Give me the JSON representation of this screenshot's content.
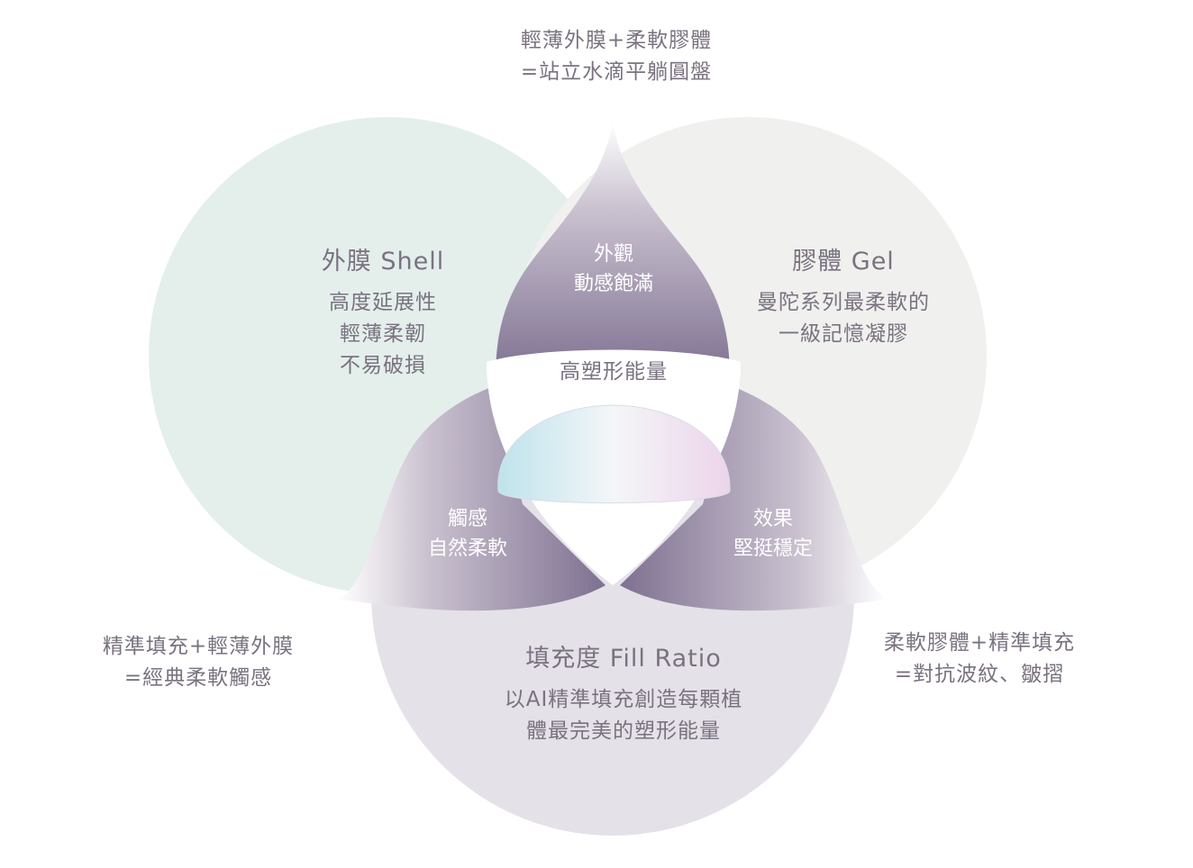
{
  "top_note": [
    "輕薄外膜+柔軟膠體",
    "=站立水滴平躺圓盤"
  ],
  "left_note": [
    "精準填充+輕薄外膜",
    "=經典柔軟觸感"
  ],
  "right_note": [
    "柔軟膠體+精準填充",
    "=對抗波紋、皺摺"
  ],
  "shell": {
    "title": "外膜 Shell",
    "lines": [
      "高度延展性",
      "輕薄柔韌",
      "不易破損"
    ]
  },
  "gel": {
    "title": "膠體 Gel",
    "lines": [
      "曼陀系列最柔軟的",
      "一級記憶凝膠"
    ]
  },
  "fill": {
    "title": "填充度 Fill Ratio",
    "lines": [
      "以AI精準填充創造每顆植",
      "體最完美的塑形能量"
    ]
  },
  "petal_top": [
    "外觀",
    "動感飽滿"
  ],
  "petal_left": [
    "觸感",
    "自然柔軟"
  ],
  "petal_right": [
    "效果",
    "堅挺穩定"
  ],
  "center": "高塑形能量",
  "colors": {
    "shell": "#e4efec",
    "gel": "#f0f0ee",
    "fill": "#e5e1e8",
    "petal": "#7e7191",
    "text": "#7a7280"
  }
}
